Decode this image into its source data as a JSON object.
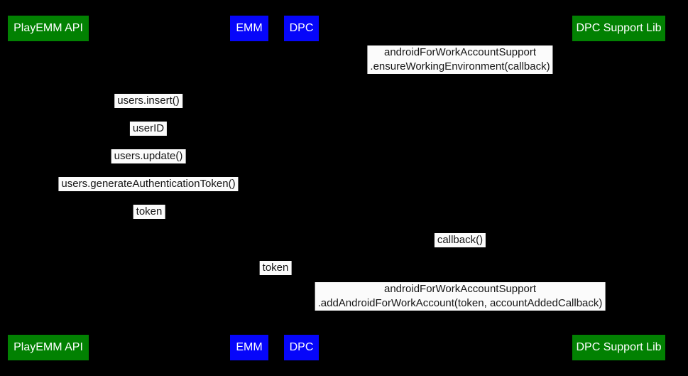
{
  "colors": {
    "background": "#000000",
    "participant_green": "#028102",
    "participant_blue": "#0606fa",
    "participant_text": "#ffffff",
    "message_background": "#fbfbfb",
    "message_text": "#161616"
  },
  "participants": {
    "playemm_api": {
      "label": "PlayEMM API",
      "color": "#028102"
    },
    "emm": {
      "label": "EMM",
      "color": "#0606fa"
    },
    "dpc": {
      "label": "DPC",
      "color": "#0606fa"
    },
    "dpc_support_lib": {
      "label": "DPC Support Lib",
      "color": "#028102"
    }
  },
  "messages": {
    "ensure_working_environment": {
      "line1": "androidForWorkAccountSupport",
      "line2": ".ensureWorkingEnvironment(callback)"
    },
    "users_insert": {
      "line1": "users.insert()"
    },
    "user_id": {
      "line1": "userID"
    },
    "users_update": {
      "line1": "users.update()"
    },
    "generate_authentication_token": {
      "line1": "users.generateAuthenticationToken()"
    },
    "token_reply": {
      "line1": "token"
    },
    "callback": {
      "line1": "callback()"
    },
    "token_forward": {
      "line1": "token"
    },
    "add_android_for_work_account": {
      "line1": "androidForWorkAccountSupport",
      "line2": ".addAndroidForWorkAccount(token, accountAddedCallback)"
    }
  }
}
